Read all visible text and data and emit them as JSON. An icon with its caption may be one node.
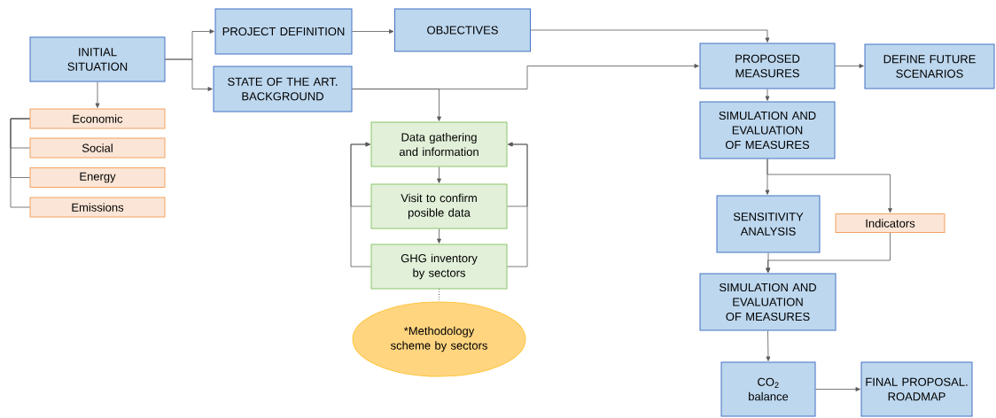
{
  "diagram": {
    "nodes": [
      {
        "text": [
          "INITIAL SITUATION"
        ]
      },
      {
        "text": [
          "PROJECT DEFINITION"
        ]
      },
      {
        "text": [
          "STATE OF THE ART. BACKGROUND"
        ]
      },
      {
        "text": [
          "OBJECTIVES"
        ]
      },
      {
        "text": [
          "Economic"
        ]
      },
      {
        "text": [
          "Social"
        ]
      },
      {
        "text": [
          "Energy"
        ]
      },
      {
        "text": [
          "Emissions"
        ]
      },
      {
        "text": [
          "Data gathering and information"
        ]
      },
      {
        "text": [
          "Visit to confirm posible data"
        ]
      },
      {
        "text": [
          "GHG inventory by sectors"
        ]
      },
      {
        "text": [
          "*Methodology scheme by sectors"
        ]
      },
      {
        "text": [
          "PROPOSED MEASURES"
        ]
      },
      {
        "text": [
          "DEFINE FUTURE SCENARIOS"
        ]
      },
      {
        "text": [
          "SIMULATION AND EVALUATION OF MEASURES"
        ]
      },
      {
        "text": [
          "SENSITIVITY ANALYSIS"
        ]
      },
      {
        "text": [
          "Indicators"
        ]
      },
      {
        "text": [
          "SIMULATION AND EVALUATION OF MEASURES"
        ]
      },
      {
        "text": [
          "CO$_{2}$ balance"
        ]
      },
      {
        "text": [
          "FINAL PROPOSAL. ROADMAP"
        ]
      }
    ],
    "edges": [
      {
        "from": 0,
        "to": 1,
        "arrow": "to"
      },
      {
        "from": 0,
        "to": 2,
        "arrow": "to"
      },
      {
        "from": 0,
        "to": 4,
        "arrow": "to"
      },
      {
        "from": 4,
        "to": 5,
        "arrow": "none"
      },
      {
        "from": 4,
        "to": 6,
        "arrow": "none"
      },
      {
        "from": 4,
        "to": 7,
        "arrow": "none"
      },
      {
        "from": 1,
        "to": 3,
        "arrow": "to"
      },
      {
        "from": 3,
        "to": 12,
        "arrow": "to"
      },
      {
        "from": 2,
        "to": 12,
        "arrow": "to"
      },
      {
        "from": 2,
        "to": 8,
        "arrow": "to"
      },
      {
        "from": 8,
        "to": 9,
        "arrow": "to"
      },
      {
        "from": 9,
        "to": 10,
        "arrow": "to"
      },
      {
        "from": 9,
        "to": 8,
        "arrow": "to"
      },
      {
        "from": 10,
        "to": 8,
        "arrow": "to"
      },
      {
        "from": 9,
        "to": 8,
        "arrow": "to"
      },
      {
        "from": 10,
        "to": 8,
        "arrow": "to"
      },
      {
        "from": 10,
        "to": 11,
        "arrow": "none",
        "style": "dashed"
      },
      {
        "from": 12,
        "to": 13,
        "arrow": "to"
      },
      {
        "from": 12,
        "to": 14,
        "arrow": "to"
      },
      {
        "from": 14,
        "to": 15,
        "arrow": "to"
      },
      {
        "from": 14,
        "to": 16,
        "arrow": "to"
      },
      {
        "from": 15,
        "to": 17,
        "arrow": "to"
      },
      {
        "from": 16,
        "to": 17,
        "arrow": "to"
      },
      {
        "from": 17,
        "to": 18,
        "arrow": "to"
      },
      {
        "from": 18,
        "to": 19,
        "arrow": "to"
      }
    ]
  }
}
